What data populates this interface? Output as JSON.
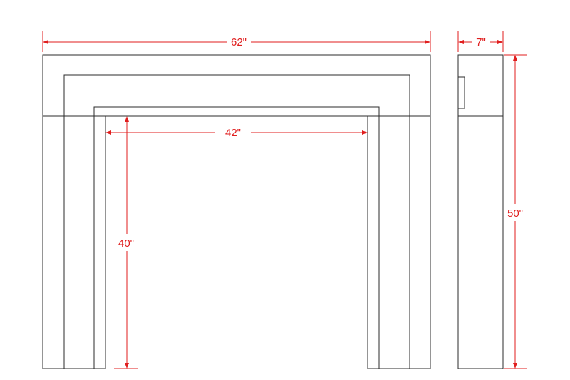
{
  "colors": {
    "outline": "#2b2b2b",
    "dimension": "#e01e1e",
    "background": "#ffffff"
  },
  "dimensions": {
    "overall_width": "62\"",
    "opening_width": "42\"",
    "opening_height": "40\"",
    "depth": "7\"",
    "overall_height": "50\""
  }
}
